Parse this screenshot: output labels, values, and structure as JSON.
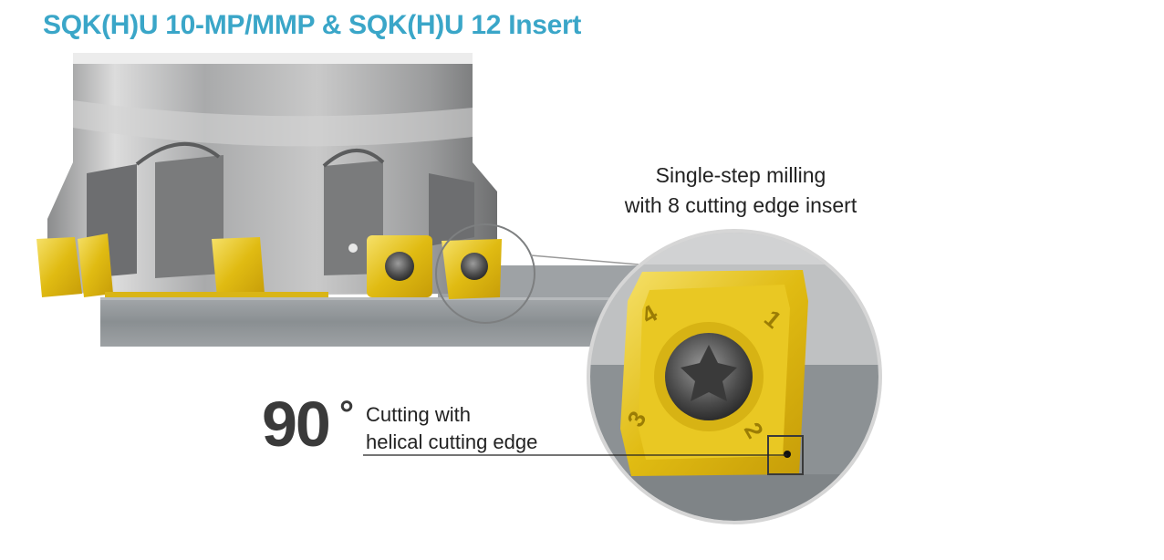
{
  "title": "SQK(H)U 10-MP/MMP & SQK(H)U 12 Insert",
  "callout_top": {
    "line1": "Single-step milling",
    "line2": "with 8 cutting edge insert"
  },
  "callout_bottom": {
    "angle": "90",
    "degree_symbol": "°",
    "line1": "Cutting with",
    "line2": "helical cutting edge"
  },
  "insert_edge_numbers": [
    "1",
    "2",
    "3",
    "4"
  ],
  "colors": {
    "title": "#3aa6c8",
    "insert_gold": "#e4c21a",
    "workpiece_gray": "#8e9396",
    "cutter_body": "#a9aaab",
    "text": "#222222"
  },
  "icons": {
    "cutter": "face-mill-cutter",
    "insert": "square-insert-with-torx-screw",
    "magnifier": "detail-magnifier-circle"
  }
}
